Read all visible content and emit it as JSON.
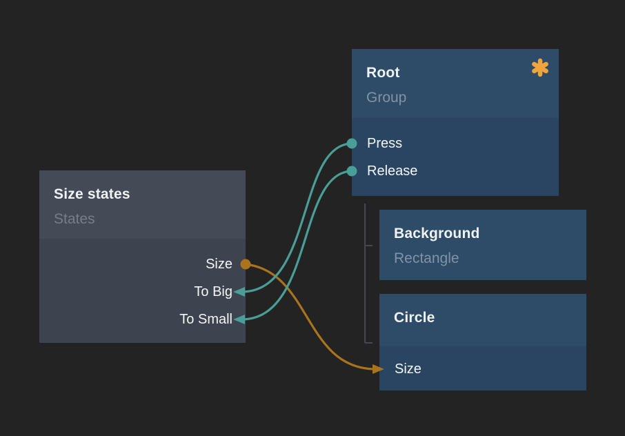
{
  "app": {
    "view": "node-graph-canvas",
    "background_color": "#232323"
  },
  "colors": {
    "edge_teal": "#4a9e98",
    "edge_orange": "#aa731e",
    "asterisk_orange": "#efa43c",
    "hierarchy_line": "#46484d",
    "node_gray_header": "#444b57",
    "node_gray_body": "#3d434f",
    "node_blue_header": "#2e4b67",
    "node_blue_body": "#2a4561"
  },
  "nodes": [
    {
      "title": "Size states",
      "subtitle": "States",
      "variant": "gray",
      "ports": [
        {
          "label": "Size",
          "side": "right",
          "connector": "orange-dot"
        },
        {
          "label": "To Big",
          "side": "right",
          "connector": "teal-arrow-in"
        },
        {
          "label": "To Small",
          "side": "right",
          "connector": "teal-arrow-in"
        }
      ]
    },
    {
      "title": "Root",
      "subtitle": "Group",
      "variant": "blue",
      "badge": "asterisk-icon",
      "ports": [
        {
          "label": "Press",
          "side": "left",
          "connector": "teal-dot"
        },
        {
          "label": "Release",
          "side": "left",
          "connector": "teal-dot"
        }
      ]
    },
    {
      "title": "Background",
      "subtitle": "Rectangle",
      "variant": "blue",
      "ports": []
    },
    {
      "title": "Circle",
      "variant": "blue",
      "ports": [
        {
          "label": "Size",
          "side": "left",
          "connector": "orange-arrow-in"
        }
      ]
    }
  ],
  "edges": [
    {
      "from": "Root.Press",
      "to": "Size states.To Big",
      "color": "#4a9e98"
    },
    {
      "from": "Root.Release",
      "to": "Size states.To Small",
      "color": "#4a9e98"
    },
    {
      "from": "Size states.Size",
      "to": "Circle.Size",
      "color": "#aa731e"
    }
  ],
  "hierarchy": {
    "parent": "Root",
    "children": [
      "Background",
      "Circle"
    ]
  }
}
